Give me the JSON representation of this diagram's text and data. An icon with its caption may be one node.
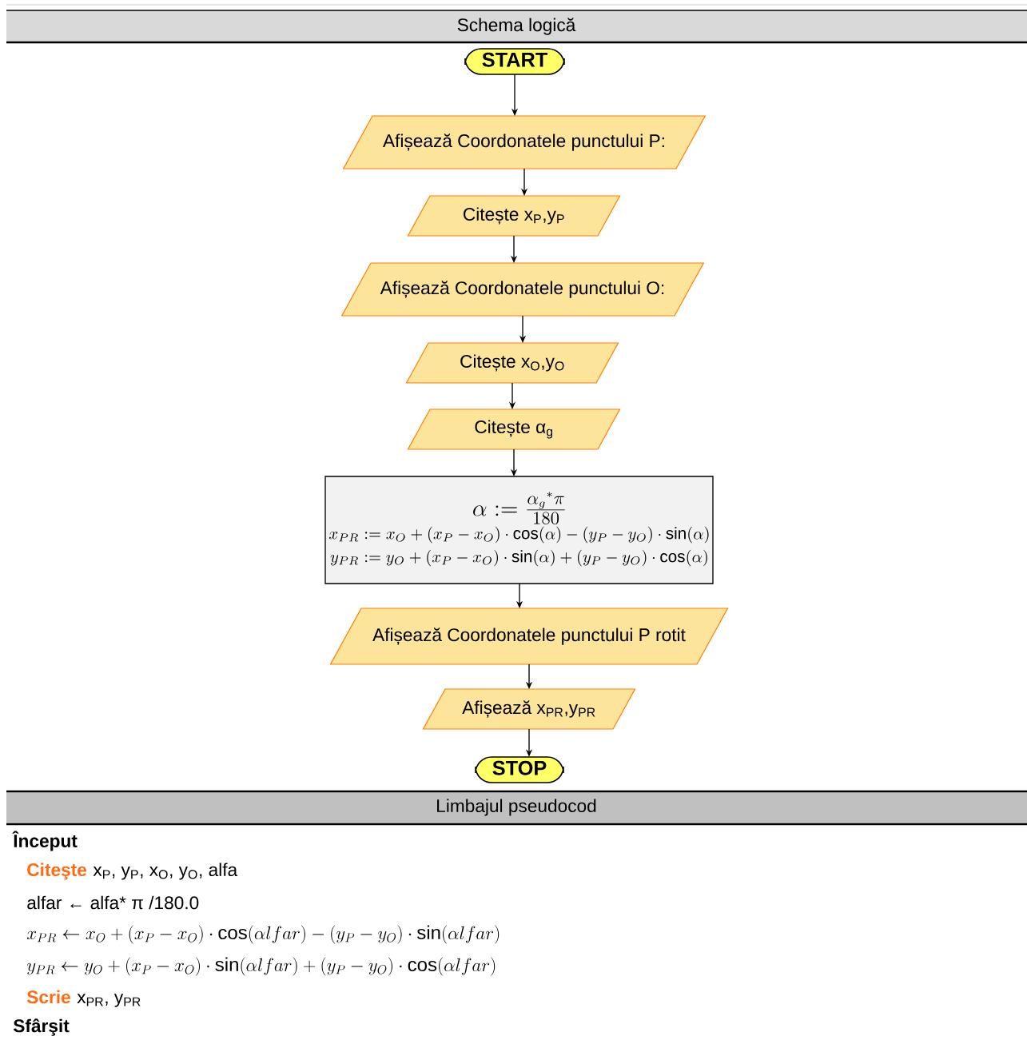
{
  "diagram": {
    "nodes": [
      {
        "text": [
          "START"
        ]
      },
      {
        "text": [
          "Afișează Coordonatele punctului P:"
        ]
      },
      {
        "text": [
          "Citește x$_{P}$,y$_{P}$"
        ]
      },
      {
        "text": [
          "Afișează Coordonatele punctului O:"
        ]
      },
      {
        "text": [
          "Citește x$_{O}$,y$_{O}$"
        ]
      },
      {
        "text": [
          "Citește α$_{g}$"
        ]
      },
      {
        "text": [
          "\\alpha := \\frac{\\alpha_{g}{}^{*}\\pi}{180}",
          "x_{PR} := x_{O}+(x_{P}-x_{O})\\cdot\\cos(\\alpha)-(y_{P}-y_{O})\\cdot\\sin(\\alpha)",
          "y_{PR} := y_{O}+(x_{P}-x_{O})\\cdot\\sin(\\alpha)+(y_{P}-y_{O})\\cdot\\cos(\\alpha)"
        ]
      },
      {
        "text": [
          "Afișează Coordonatele punctului P rotit"
        ]
      },
      {
        "text": [
          "Afișează x$_{PR}$,y$_{PR}$"
        ]
      },
      {
        "text": [
          "STOP"
        ]
      }
    ],
    "edges": [
      {
        "from": 0,
        "to": 1,
        "arrow": "to"
      },
      {
        "from": 1,
        "to": 2,
        "arrow": "to"
      },
      {
        "from": 2,
        "to": 3,
        "arrow": "to"
      },
      {
        "from": 3,
        "to": 4,
        "arrow": "to"
      },
      {
        "from": 4,
        "to": 5,
        "arrow": "to"
      },
      {
        "from": 5,
        "to": 6,
        "arrow": "to"
      },
      {
        "from": 6,
        "to": 7,
        "arrow": "to"
      },
      {
        "from": 7,
        "to": 8,
        "arrow": "to"
      },
      {
        "from": 8,
        "to": 9,
        "arrow": "to"
      }
    ],
    "labels": [
      "Schema logică",
      "Limbajul pseudocod",
      "Început",
      "Citeşte",
      "x$_{P}$, y$_{P}$, x$_{O}$, y$_{O}$, alfa",
      "alfar ← alfa* π /180.0",
      "x_{PR} \\leftarrow x_{O} + (x_{P} - x_{O})\\cdot\\cos(\\alpha lfar) - (y_{P} - y_{O})\\cdot\\sin(\\alpha lfar)",
      "y_{PR} \\leftarrow y_{O} + (x_{P} - x_{O})\\cdot\\sin(\\alpha lfar) + (y_{P} - y_{O})\\cdot\\cos(\\alpha lfar)",
      "Scrie",
      "x$_{PR}$, y$_{PR}$",
      "Sfârşit"
    ]
  }
}
